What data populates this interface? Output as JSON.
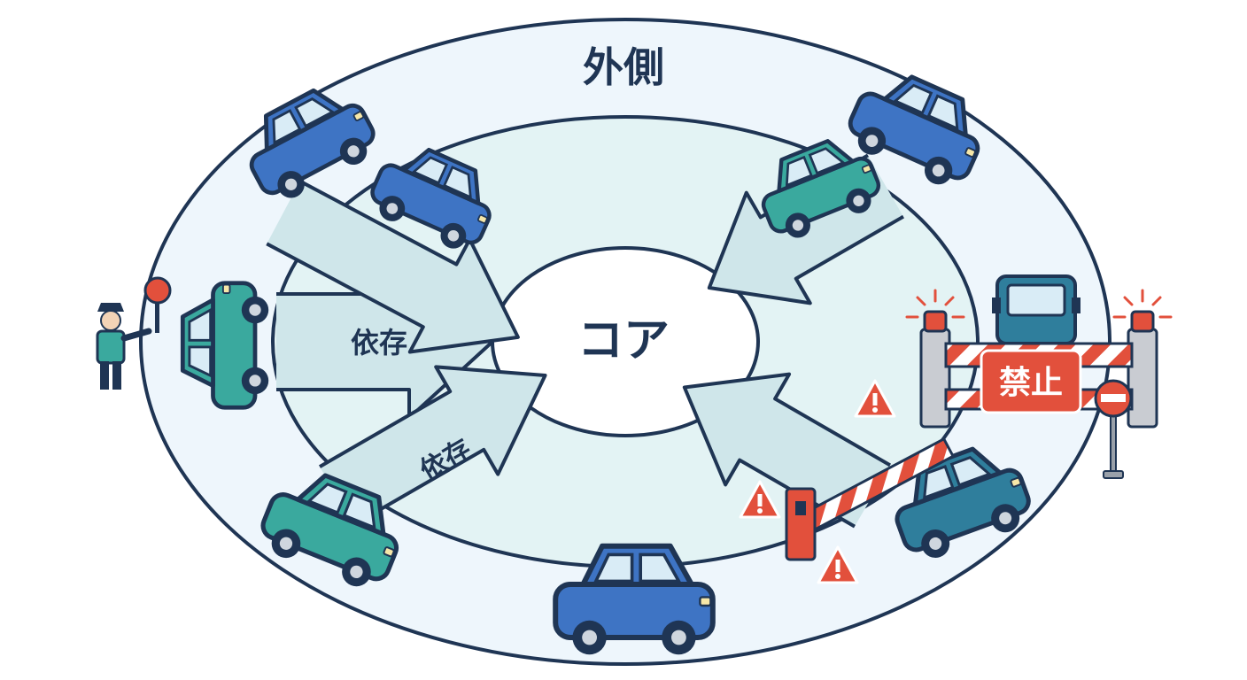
{
  "labels": {
    "outer": "外側",
    "core": "コア",
    "dependency_1": "依存",
    "dependency_2": "依存",
    "prohibited": "禁止"
  },
  "icons": {
    "vehicle": "car-icon",
    "truck": "truck-icon",
    "officer": "traffic-officer-icon",
    "stop_sign": "stop-paddle-icon",
    "barrier": "barrier-gate-icon",
    "warning": "warning-triangle-icon",
    "no_entry": "no-entry-sign-icon",
    "beacon": "warning-light-icon"
  },
  "colors": {
    "outline": "#1f3554",
    "outer_fill": "#eef6fc",
    "inner_fill": "#e3f3f4",
    "core_fill": "#ffffff",
    "arrow_fill": "#cfe6ea",
    "car_blue": "#3e74c4",
    "car_teal": "#3aa99e",
    "car_steel": "#2f7e9c",
    "warning_red": "#e2503c",
    "barrier_gray": "#c9ccd2"
  }
}
